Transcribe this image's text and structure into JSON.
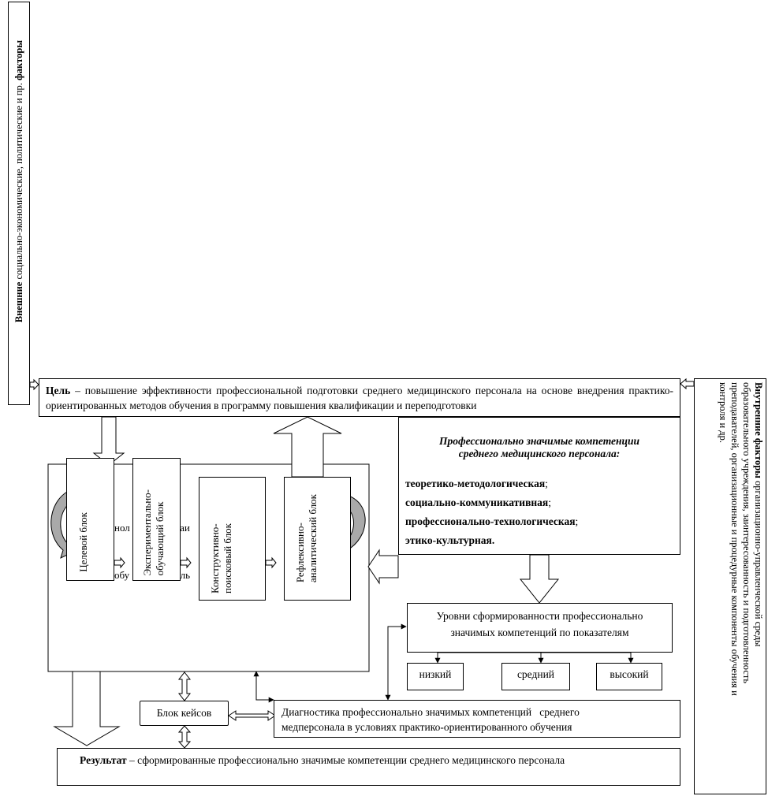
{
  "external": {
    "bold": "Внешние",
    "text": " социально-экономические, политические и пр. ",
    "bold2": "факторы"
  },
  "internal": {
    "bold": "Внутренние факторы",
    "line1": " организационно-управленческой среды",
    "line2": "образовательного учреждения, заинтересованность и подготовленность",
    "line3": "преподавателей, организационные и процедурные компоненты обучения и",
    "line4": "контроля и др."
  },
  "goal": {
    "bold": "Цель",
    "text": " – повышение эффективности профессиональной подготовки среднего медицинского персонала на основе внедрения практико-ориентированных методов обучения в программу повышения квалификации и переподготовки"
  },
  "hidden": {
    "line1": "нол    ктив    оваи",
    "line2": "обу    едн    ональ"
  },
  "blocks": {
    "b1": "Целевой блок",
    "b2a": "Экспериментально-",
    "b2b": "обучающий блок",
    "b3a": "Конструктивно-",
    "b3b": "поисковый блок",
    "b4a": "Рефлексивно-",
    "b4b": "аналитический блок"
  },
  "competencies": {
    "title1": "Профессионально значимые компетенции",
    "title2": "среднего медицинского персонала:",
    "items": [
      {
        "name": "теоретико-методологическая",
        "sep": ";"
      },
      {
        "name": "социально-коммуникативная",
        "sep": ";"
      },
      {
        "name": "профессионально-технологическая",
        "sep": ";"
      },
      {
        "name": "этико-культурная.",
        "sep": ""
      }
    ]
  },
  "levels": {
    "title1": "Уровни сформированности профессионально",
    "title2": "значимых компетенций по показателям",
    "low": "низкий",
    "mid": "средний",
    "high": "высокий"
  },
  "cases": "Блок кейсов",
  "diagnostics": {
    "line1": "Диагностика профессионально значимых компетенций   среднего",
    "line2": "медперсонала в условиях практико-ориентированного обучения"
  },
  "result": {
    "bold": "Результат",
    "text": " – сформированные профессионально значимые компетенции среднего медицинского персонала"
  },
  "colors": {
    "curved_arrow": "#a9a9a9"
  }
}
